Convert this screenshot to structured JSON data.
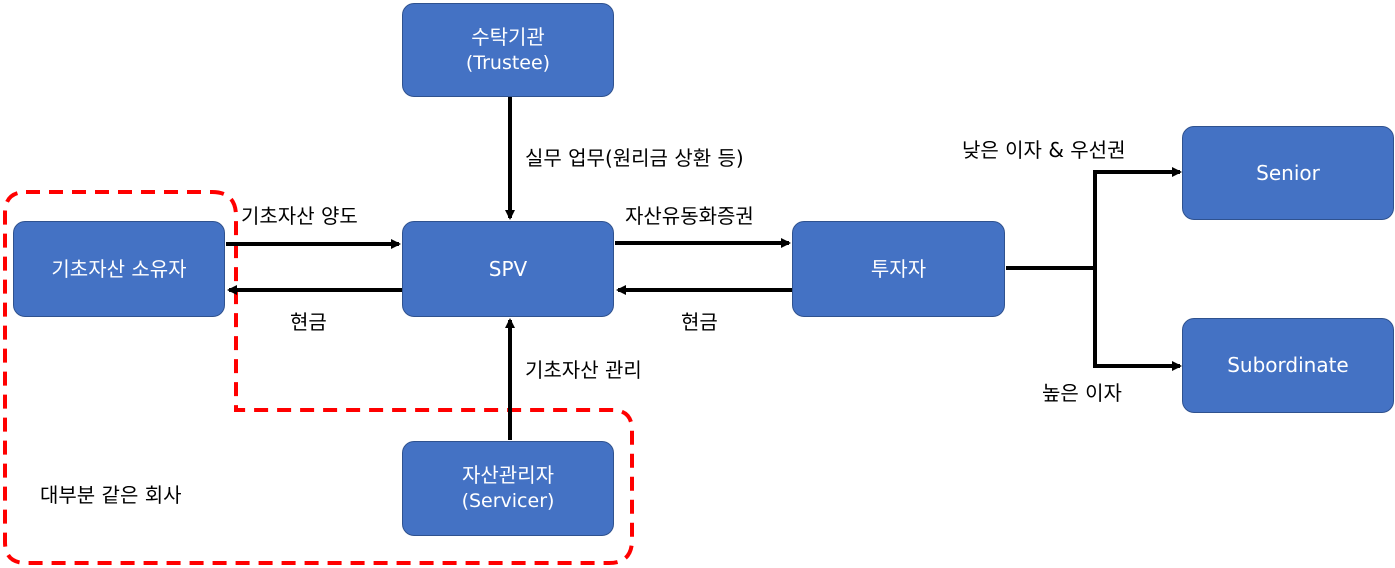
{
  "nodes": {
    "trustee": {
      "title": "수탁기관",
      "subtitle": "(Trustee)"
    },
    "owner": {
      "title": "기초자산 소유자"
    },
    "spv": {
      "title": "SPV"
    },
    "investor": {
      "title": "투자자"
    },
    "servicer": {
      "title": "자산관리자",
      "subtitle": "(Servicer)"
    },
    "senior": {
      "title": "Senior"
    },
    "subordinate": {
      "title": "Subordinate"
    }
  },
  "labels": {
    "trustee_duty": "실무 업무(원리금 상환 등)",
    "asset_transfer": "기초자산 양도",
    "cash_to_owner": "현금",
    "abs": "자산유동화증권",
    "cash_to_spv": "현금",
    "asset_management": "기초자산 관리",
    "senior_terms": "낮은 이자 & 우선권",
    "subordinate_terms": "높은 이자",
    "same_company_note": "대부분 같은 회사"
  },
  "colors": {
    "node_fill": "#4472C4",
    "node_border": "#2F528F",
    "node_text": "#FFFFFF",
    "arrow": "#000000",
    "dashed_region": "#FF0000"
  }
}
